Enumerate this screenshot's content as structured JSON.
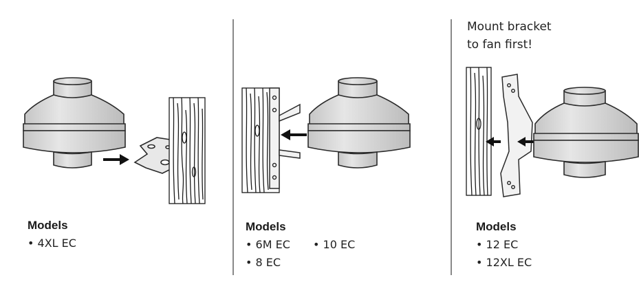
{
  "panels": [
    {
      "models_title": "Models",
      "items": [
        "• 4XL EC"
      ]
    },
    {
      "models_title": "Models",
      "items": [
        "• 6M EC",
        "• 10 EC",
        "• 8 EC"
      ]
    },
    {
      "note_lines": [
        "Mount bracket",
        "to fan first!"
      ],
      "models_title": "Models",
      "items": [
        "• 12 EC",
        "• 12XL EC"
      ]
    }
  ],
  "colors": {
    "fan_fill": "#d9d9d9",
    "fan_shadow": "#bdbdbd",
    "outline": "#2a2a2a",
    "divider": "#555555",
    "bracket_fill": "#e8e8e8"
  }
}
